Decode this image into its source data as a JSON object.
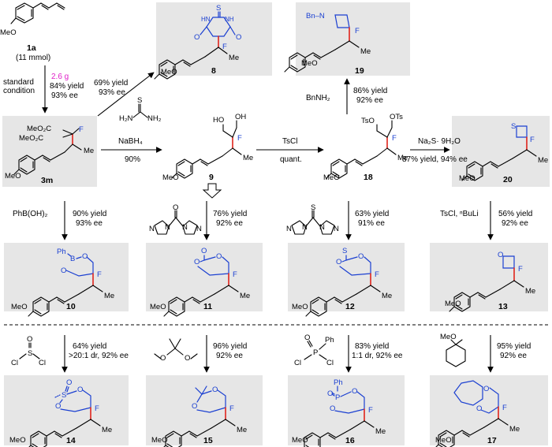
{
  "compounds": {
    "c1a": "1a",
    "c1a_amount": "(11 mmol)",
    "c3m": "3m",
    "c8": "8",
    "c19": "19",
    "c9": "9",
    "c18": "18",
    "c20": "20",
    "c10": "10",
    "c11": "11",
    "c12": "12",
    "c13": "13",
    "c14": "14",
    "c15": "15",
    "c16": "16",
    "c17": "17"
  },
  "atoms": {
    "MeO": "MeO",
    "Me": "Me",
    "F": "F",
    "O": "O",
    "S": "S",
    "N": "N",
    "H": "H",
    "Bn": "Bn",
    "BnN": "Bn–N",
    "Ph": "Ph",
    "B": "B",
    "P": "P",
    "Cl": "Cl",
    "OH": "OH",
    "HO": "HO",
    "TsO": "TsO",
    "OTs": "OTs",
    "MeO2C": "MeO₂C",
    "H2N": "H₂N",
    "NH2": "NH₂",
    "HN": "HN",
    "NH": "NH"
  },
  "conditions": {
    "standard": "standard",
    "condition": "condition",
    "scale": "2.6 g",
    "yield_1a": "84% yield",
    "ee_1a": "93% ee",
    "yield_8": "69% yield",
    "ee_8": "93% ee",
    "nabh4": "NaBH₄",
    "yield_9": "90%",
    "tscl": "TsCl",
    "quant": "quant.",
    "bnnh2": "BnNH₂",
    "yield_19": "86% yield",
    "ee_19": "92% ee",
    "na2s": "Na₂S· 9H₂O",
    "yield_20": "87% yield, 94% ee",
    "phboh2": "PhB(OH)₂",
    "yield_10": "90% yield",
    "ee_10": "93% ee",
    "yield_11": "76% yield",
    "ee_11": "92% ee",
    "yield_12": "63% yield",
    "ee_12": "91% ee",
    "tscl_buli": "TsCl, ⁿBuLi",
    "yield_13": "56% yield",
    "ee_13": "92% ee",
    "yield_14": "64% yield",
    "dr_14": ">20:1 dr, 92% ee",
    "yield_15": "96% yield",
    "ee_15": "92% ee",
    "yield_16": "83% yield",
    "dr_16": "1:1 dr, 92% ee",
    "yield_17": "95% yield",
    "ee_17": "92% ee"
  },
  "colors": {
    "panel": "#e6e6e6",
    "blue": "#1a3fd1",
    "red": "#e0241b",
    "magenta": "#e020c8"
  }
}
